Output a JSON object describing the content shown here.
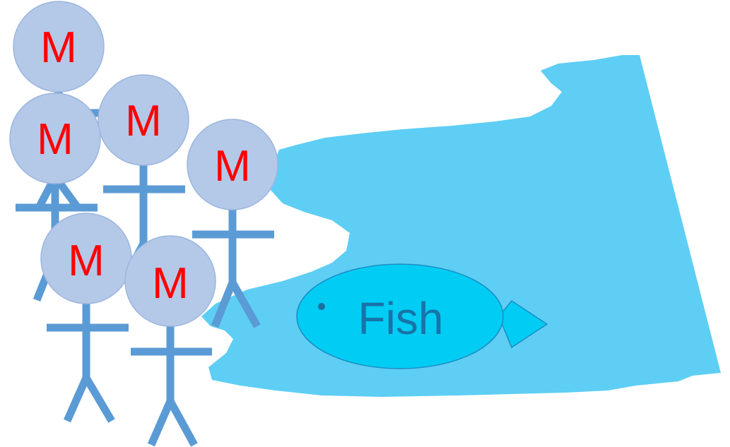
{
  "fish": {
    "label": "Fish",
    "body_color": "#00CCF4",
    "outline_color": "#1E8CC4",
    "text_color": "#1873A8"
  },
  "water": {
    "color": "#5ECEF4"
  },
  "figures": [
    {
      "label": "M"
    },
    {
      "label": "M"
    },
    {
      "label": "M"
    },
    {
      "label": "M"
    },
    {
      "label": "M"
    },
    {
      "label": "M"
    }
  ],
  "figure_style": {
    "head_fill": "#B4C8E8",
    "head_outline": "#9DB6DE",
    "stick_color": "#5B9BD5",
    "letter_color": "#FF0000"
  }
}
